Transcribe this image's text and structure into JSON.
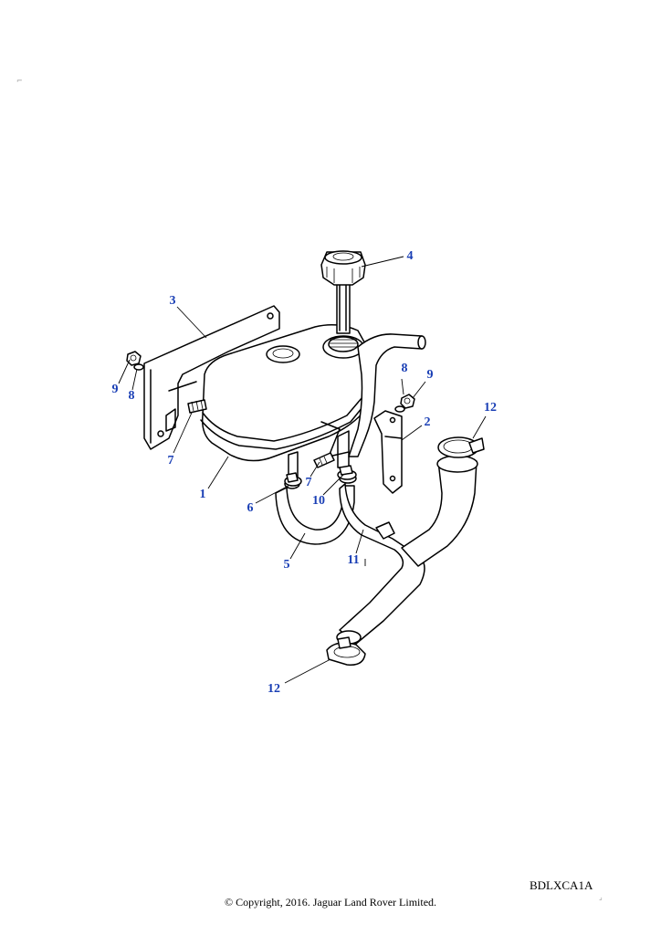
{
  "diagram": {
    "labels": {
      "tank": "1",
      "bracket_side": "2",
      "bracket_rear": "3",
      "filler_cap": "4",
      "hose_5": "5",
      "clip_6": "6",
      "bolt_7a": "7",
      "bolt_7b": "7",
      "washer_8a": "8",
      "washer_8b": "8",
      "nut_9a": "9",
      "nut_9b": "9",
      "clip_10": "10",
      "hose_11": "11",
      "clip_12a": "12",
      "clip_12b": "12"
    },
    "diagram_code": "BDLXCA1A",
    "copyright": "© Copyright, 2016. Jaguar Land Rover Limited."
  }
}
